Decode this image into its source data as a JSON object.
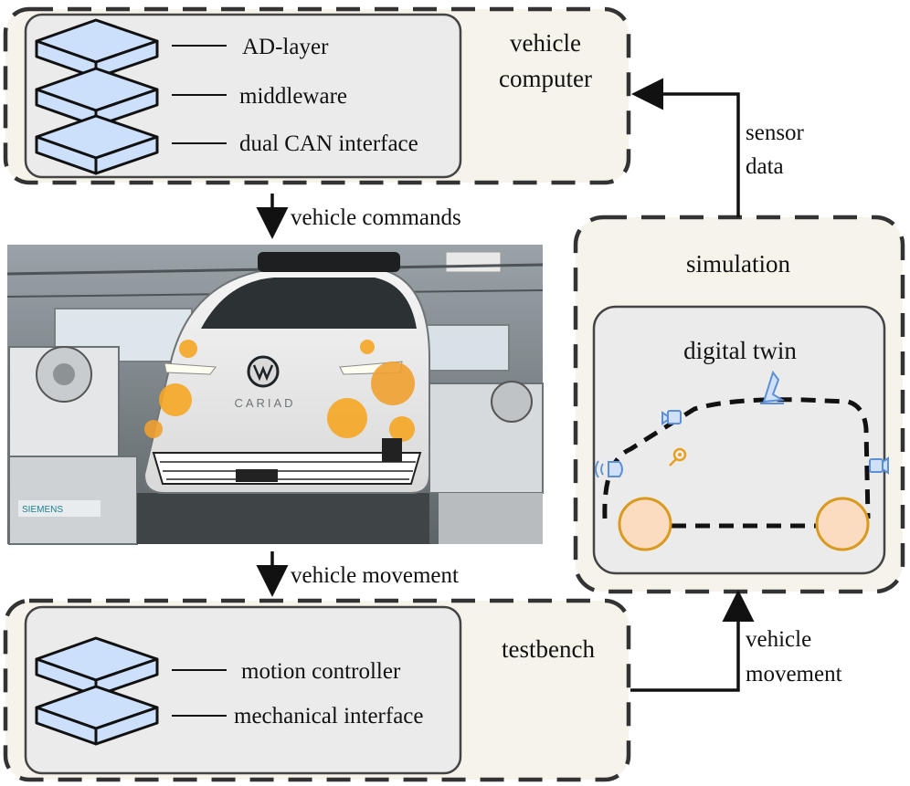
{
  "vehicle_computer": {
    "title_line1": "vehicle",
    "title_line2": "computer",
    "layers": [
      "AD-layer",
      "middleware",
      "dual CAN interface"
    ]
  },
  "arrows": {
    "vehicle_commands": "vehicle commands",
    "vehicle_movement_down": "vehicle movement",
    "sensor_data_line1": "sensor",
    "sensor_data_line2": "data",
    "vehicle_movement_up_line1": "vehicle",
    "vehicle_movement_up_line2": "movement"
  },
  "photo": {
    "badge": "CARIAD",
    "sign": "SIEMENS"
  },
  "simulation": {
    "title": "simulation",
    "inner_title": "digital twin"
  },
  "testbench": {
    "title": "testbench",
    "layers": [
      "motion controller",
      "mechanical interface"
    ]
  },
  "colors": {
    "panel_fill": "#f6f3ea",
    "inner_fill": "#ebebeb",
    "layer_fill": "#cce0fb",
    "wheel_fill": "#fcdcc0",
    "wheel_stroke": "#d99a1f",
    "sensor_blue": "#5b8fd6",
    "sensor_orange": "#e6a020"
  }
}
